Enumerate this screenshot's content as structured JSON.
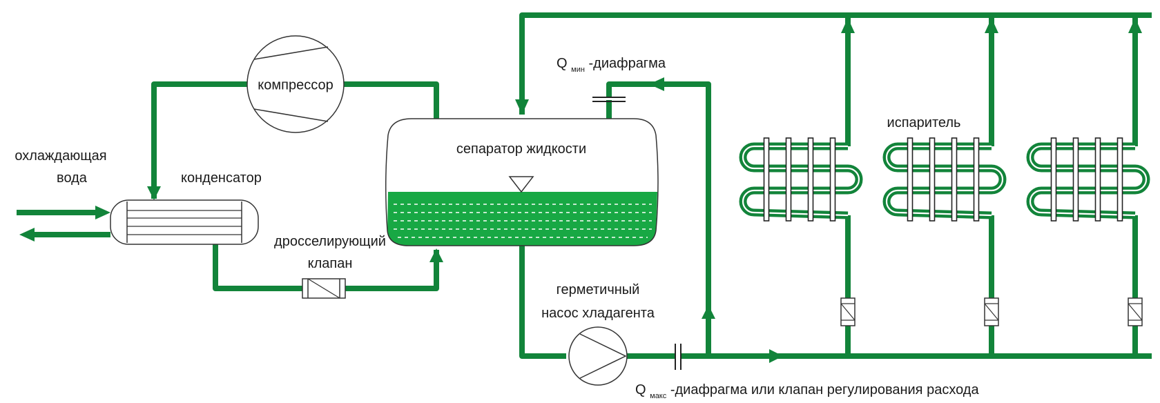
{
  "colors": {
    "pipe": "#12843a",
    "pipe_edge": "#0b5a26",
    "liquid": "#18a844",
    "outline": "#333333"
  },
  "labels": {
    "cooling_water_1": "охлаждающая",
    "cooling_water_2": "вода",
    "condenser": "конденсатор",
    "compressor": "компрессор",
    "separator": "сепаратор жидкости",
    "throttle_1": "дросселирующий",
    "throttle_2": "клапан",
    "q_min_letter": "Q",
    "q_min_sub": "мин",
    "q_min_rest": "-диафрагма",
    "evaporator": "испаритель",
    "pump_1": "герметичный",
    "pump_2": "насос хладагента",
    "q_max_letter": "Q",
    "q_max_sub": "макс",
    "q_max_rest": "-диафрагма или клапан регулирования расхода"
  }
}
